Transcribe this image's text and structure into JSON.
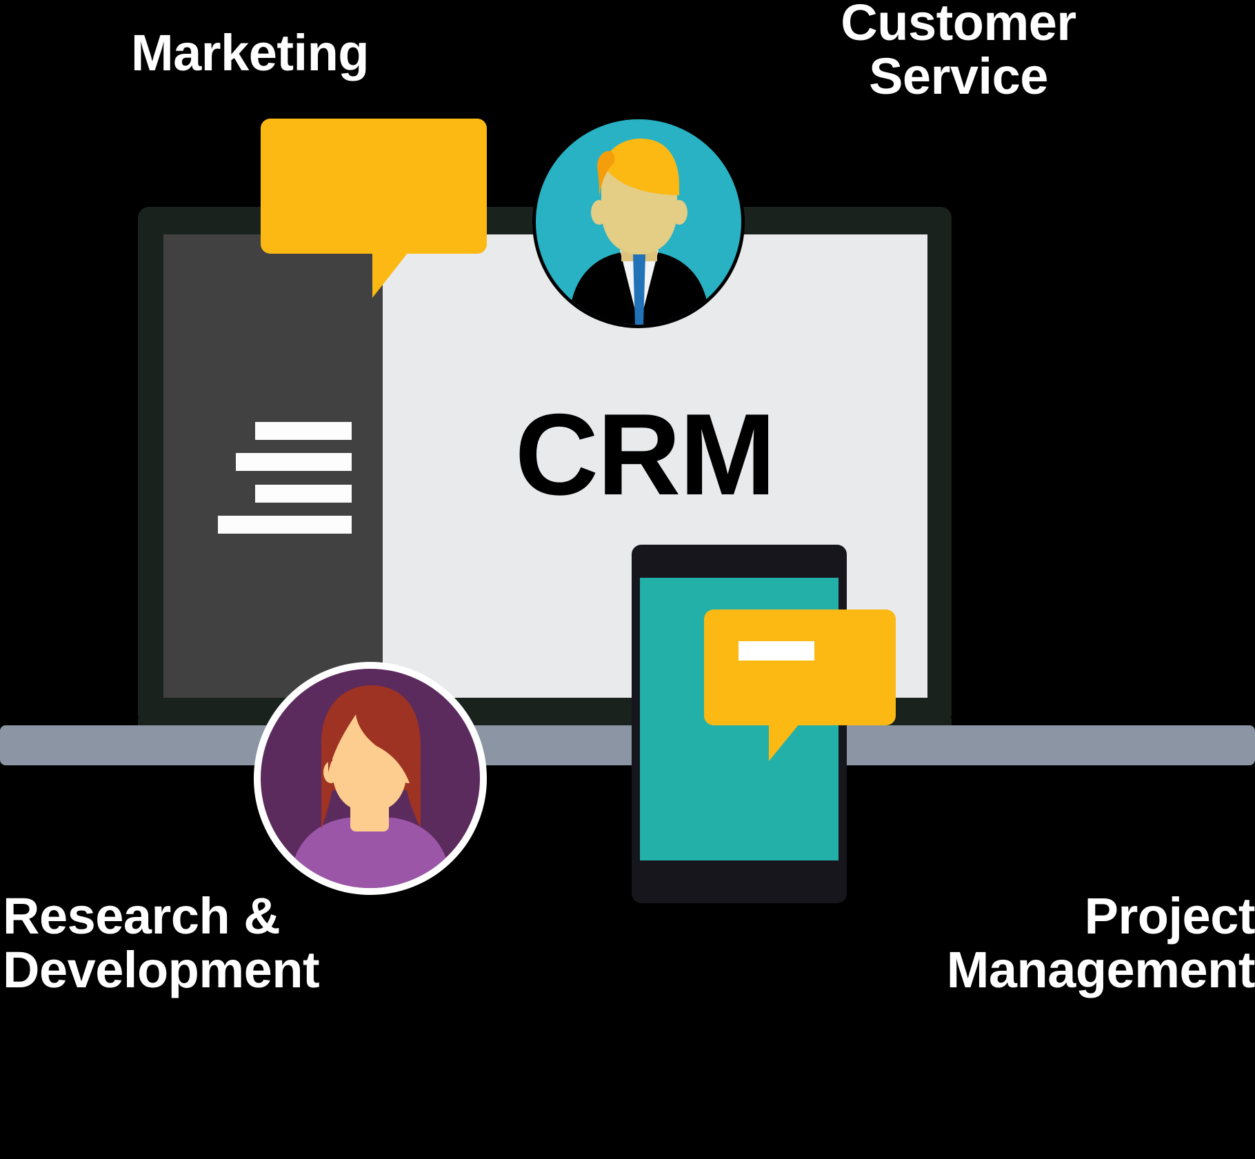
{
  "diagram": {
    "title": "CRM",
    "center_label": "CRM",
    "background_color": "#000000",
    "labels": [
      {
        "id": "marketing",
        "text": "Marketing",
        "position": "top-left"
      },
      {
        "id": "customer-service",
        "text": "Customer\nService",
        "position": "top-right"
      },
      {
        "id": "research-development",
        "text": "Research &\nDevelopment",
        "position": "bottom-left"
      },
      {
        "id": "project-management",
        "text": "Project\nManagement",
        "position": "bottom-right"
      }
    ],
    "colors": {
      "yellow": "#fcb913",
      "teal": "#22b0a8",
      "cyan": "#28b2c4",
      "purple": "#5c2b5e",
      "purple_light": "#9b56a8",
      "screen_light": "#e8eaec",
      "sidebar_dark": "#414141",
      "laptop_frame": "#1a221e",
      "base_gray": "#8b95a3",
      "skin": "#e4cd85",
      "skin_light": "#fccd8e",
      "hair_blonde": "#fcb913",
      "hair_red": "#9e3223",
      "tie_blue": "#2272b8",
      "suit_black": "#000000",
      "text_white": "#ffffff",
      "text_black": "#000000"
    },
    "icons": [
      {
        "id": "speech-bubble-marketing",
        "name": "speech-bubble-icon",
        "color": "#fcb913"
      },
      {
        "id": "speech-bubble-phone",
        "name": "speech-bubble-icon",
        "color": "#fcb913"
      },
      {
        "id": "avatar-customer-service",
        "name": "male-avatar-icon",
        "background": "#28b2c4"
      },
      {
        "id": "avatar-research",
        "name": "female-avatar-icon",
        "background": "#5c2b5e"
      },
      {
        "id": "laptop",
        "name": "laptop-icon"
      },
      {
        "id": "smartphone",
        "name": "smartphone-icon"
      },
      {
        "id": "menu-lines",
        "name": "menu-lines-icon",
        "count": 4
      }
    ]
  }
}
